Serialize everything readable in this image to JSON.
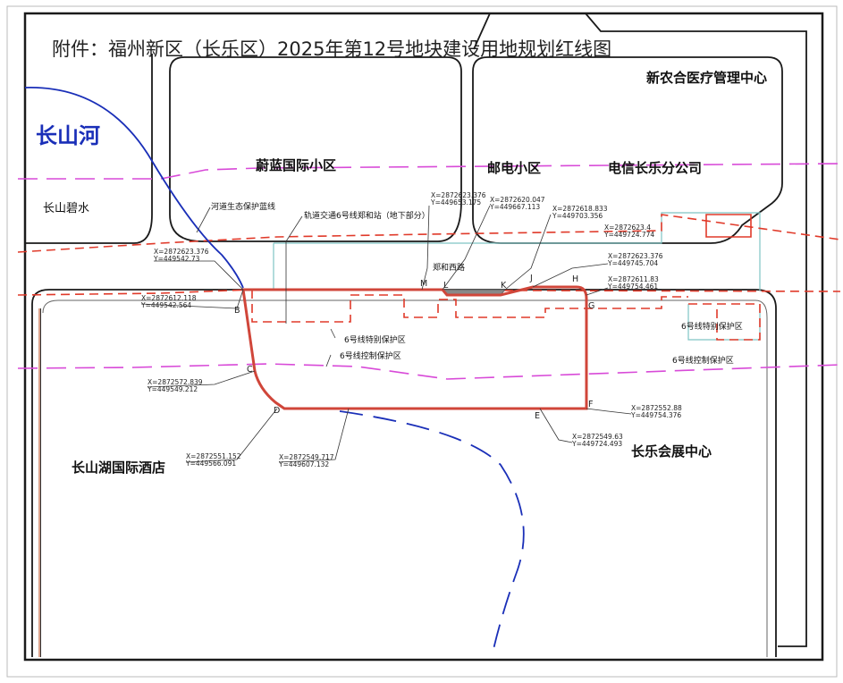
{
  "title": "附件：福州新区（长乐区）2025年第12号地块建设用地规划红线图",
  "labels": {
    "xinnonghe": "新农合医疗管理中心",
    "changshanhe": "长山河",
    "weilan": "蔚蓝国际小区",
    "youdian": "邮电小区",
    "dianxin": "电信长乐分公司",
    "changshanbishui": "长山碧水",
    "hedao": "河道生态保护蓝线",
    "guidao": "轨道交通6号线郑和站（地下部分）",
    "zhenghe_road": "郑和西路",
    "special_left": "6号线特别保护区",
    "control_left": "6号线控制保护区",
    "special_right": "6号线特别保护区",
    "control_right": "6号线控制保护区",
    "hotel": "长山湖国际酒店",
    "expo": "长乐会展中心"
  },
  "points": {
    "B": "B",
    "C": "C",
    "D": "D",
    "E": "E",
    "F": "F",
    "G": "G",
    "H": "H",
    "J": "J",
    "K": "K",
    "L": "L",
    "M": "M"
  },
  "coords": {
    "a1x": "X=2872623.376",
    "a1y": "Y=449542.73",
    "b_x": "X=2872612.118",
    "b_y": "Y=449542.564",
    "c_x": "X=2872572.839",
    "c_y": "Y=449549.212",
    "d_x": "X=2872551.152",
    "d_y": "Y=449566.091",
    "d2x": "X=2872549.717",
    "d2y": "Y=449607.132",
    "e_x": "X=2872549.63",
    "e_y": "Y=449724.493",
    "f_x": "X=2872552.88",
    "f_y": "Y=449754.376",
    "g_x": "X=2872611.83",
    "g_y": "Y=449754.461",
    "h_x": "X=2872623.376",
    "h_y": "Y=449745.704",
    "j_x": "X=2872623.4",
    "j_y": "Y=449724.774",
    "k_x": "X=2872618.833",
    "k_y": "Y=449703.356",
    "l_x": "X=2872620.047",
    "l_y": "Y=449667.113",
    "m_x": "X=2872623.376",
    "m_y": "Y=449653.175"
  },
  "colors": {
    "red_line": "#d0463a",
    "dash_red": "#e03a2a",
    "magenta": "#d84ad8",
    "blue": "#1a2fb8",
    "teal": "#7fc4c4",
    "road_fill": "#888888",
    "black": "#1a1a1a"
  }
}
